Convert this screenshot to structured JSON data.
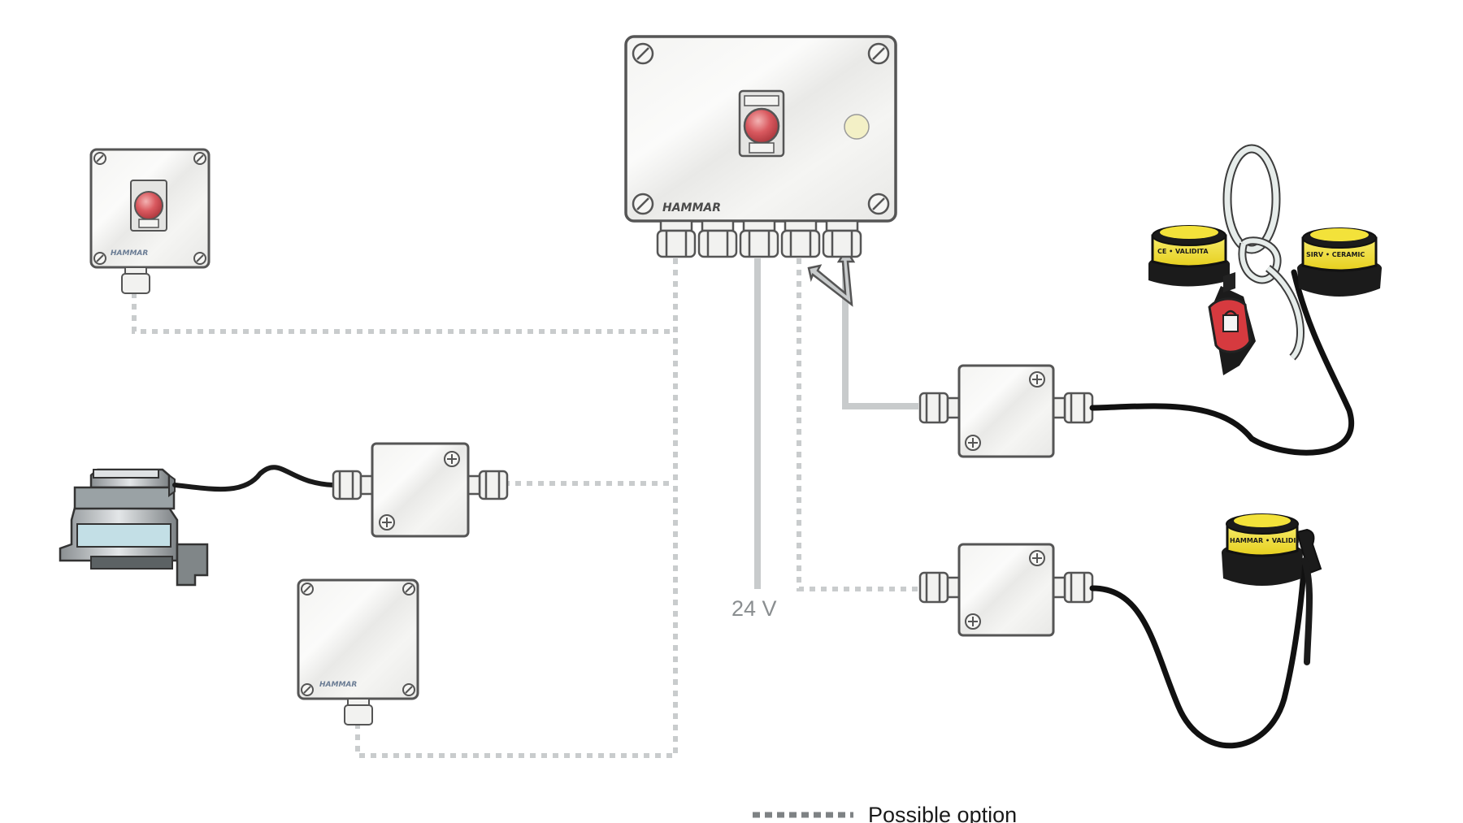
{
  "diagram": {
    "voltage_label": "24 V",
    "brand_main": "HAMMAR",
    "brand_small": "HAMMAR",
    "legend_label": "Possible option",
    "band_left": "CE • VALIDITA",
    "band_right": "SIRV • CERAMIC",
    "band_lower": "HAMMAR • VALIDITA"
  },
  "colors": {
    "enclosure_fill": "#eeeeec",
    "enclosure_stroke": "#555555",
    "gray_line": "#c8cbcc",
    "dotted_line": "#c9cccd",
    "button_red": "#d9595f",
    "indicator_light": "#f3f0c6",
    "sensor_yellow": "#f3e23a",
    "sensor_black": "#1b1b1b",
    "lock_red": "#d63a3f",
    "cable": "#111111"
  },
  "icons": [
    "push-button-icon",
    "indicator-lamp-icon",
    "screw-icon",
    "cable-gland-icon",
    "arrow-icon",
    "solenoid-valve-icon",
    "float-sensor-icon",
    "hydrostatic-release-icon",
    "rope-icon"
  ]
}
